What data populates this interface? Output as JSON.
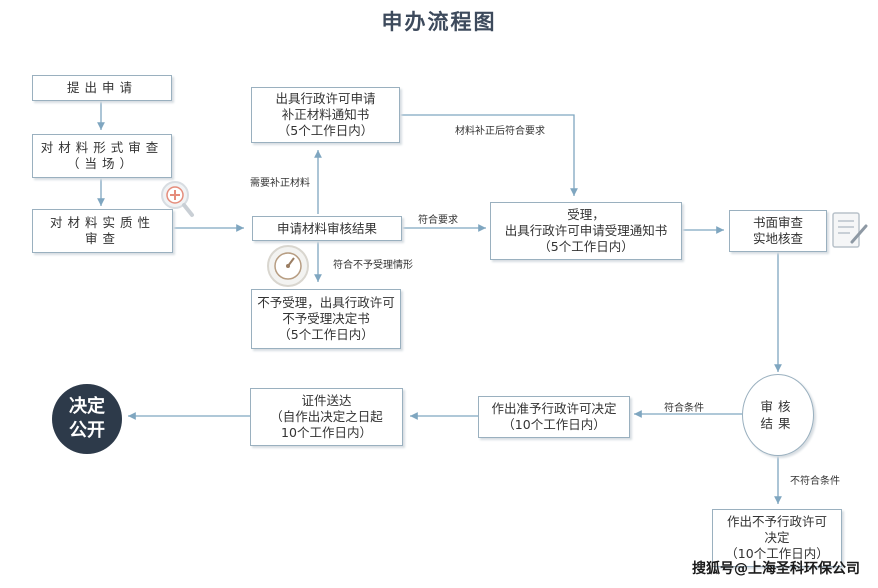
{
  "title": "申办流程图",
  "steps": {
    "submit": [
      "提出申请"
    ],
    "formal_review": [
      "对材料形式审查",
      "（当场）"
    ],
    "substantive_review": [
      "对材料实质性",
      "审查"
    ],
    "review_result": [
      "申请材料审核结果"
    ],
    "supplement_notice": [
      "出具行政许可申请",
      "补正材料通知书",
      "（5个工作日内）"
    ],
    "accept_notice": [
      "受理，",
      "出具行政许可申请受理通知书",
      "（5个工作日内）"
    ],
    "reject_notice": [
      "不予受理，出具行政许可",
      "不予受理决定书",
      "（5个工作日内）"
    ],
    "inspection": [
      "书面审查",
      "实地核查"
    ],
    "audit_result": [
      "审核",
      "结果"
    ],
    "approve_decision": [
      "作出准予行政许可决定",
      "（10个工作日内）"
    ],
    "deny_decision": [
      "作出不予行政许可",
      "决定",
      "（10个工作日内）"
    ],
    "delivery": [
      "证件送达",
      "（自作出决定之日起",
      "10个工作日内）"
    ],
    "publish": [
      "决定",
      "公开"
    ]
  },
  "labels": {
    "need_supplement": "需要补正材料",
    "after_supplement": "材料补正后符合要求",
    "meets_requirements": "符合要求",
    "not_accepted": "符合不予受理情形",
    "meets_conditions": "符合条件",
    "not_meets_conditions": "不符合条件"
  },
  "icons": [
    "magnifier-plus-icon",
    "gauge-icon",
    "document-edit-icon"
  ],
  "colors": {
    "box_border": "#9ab0bf",
    "arrow": "#7fa6c0",
    "final_fill": "#2d3a4a",
    "title": "#3d4a5c"
  },
  "watermark": "搜狐号@上海圣科环保公司"
}
